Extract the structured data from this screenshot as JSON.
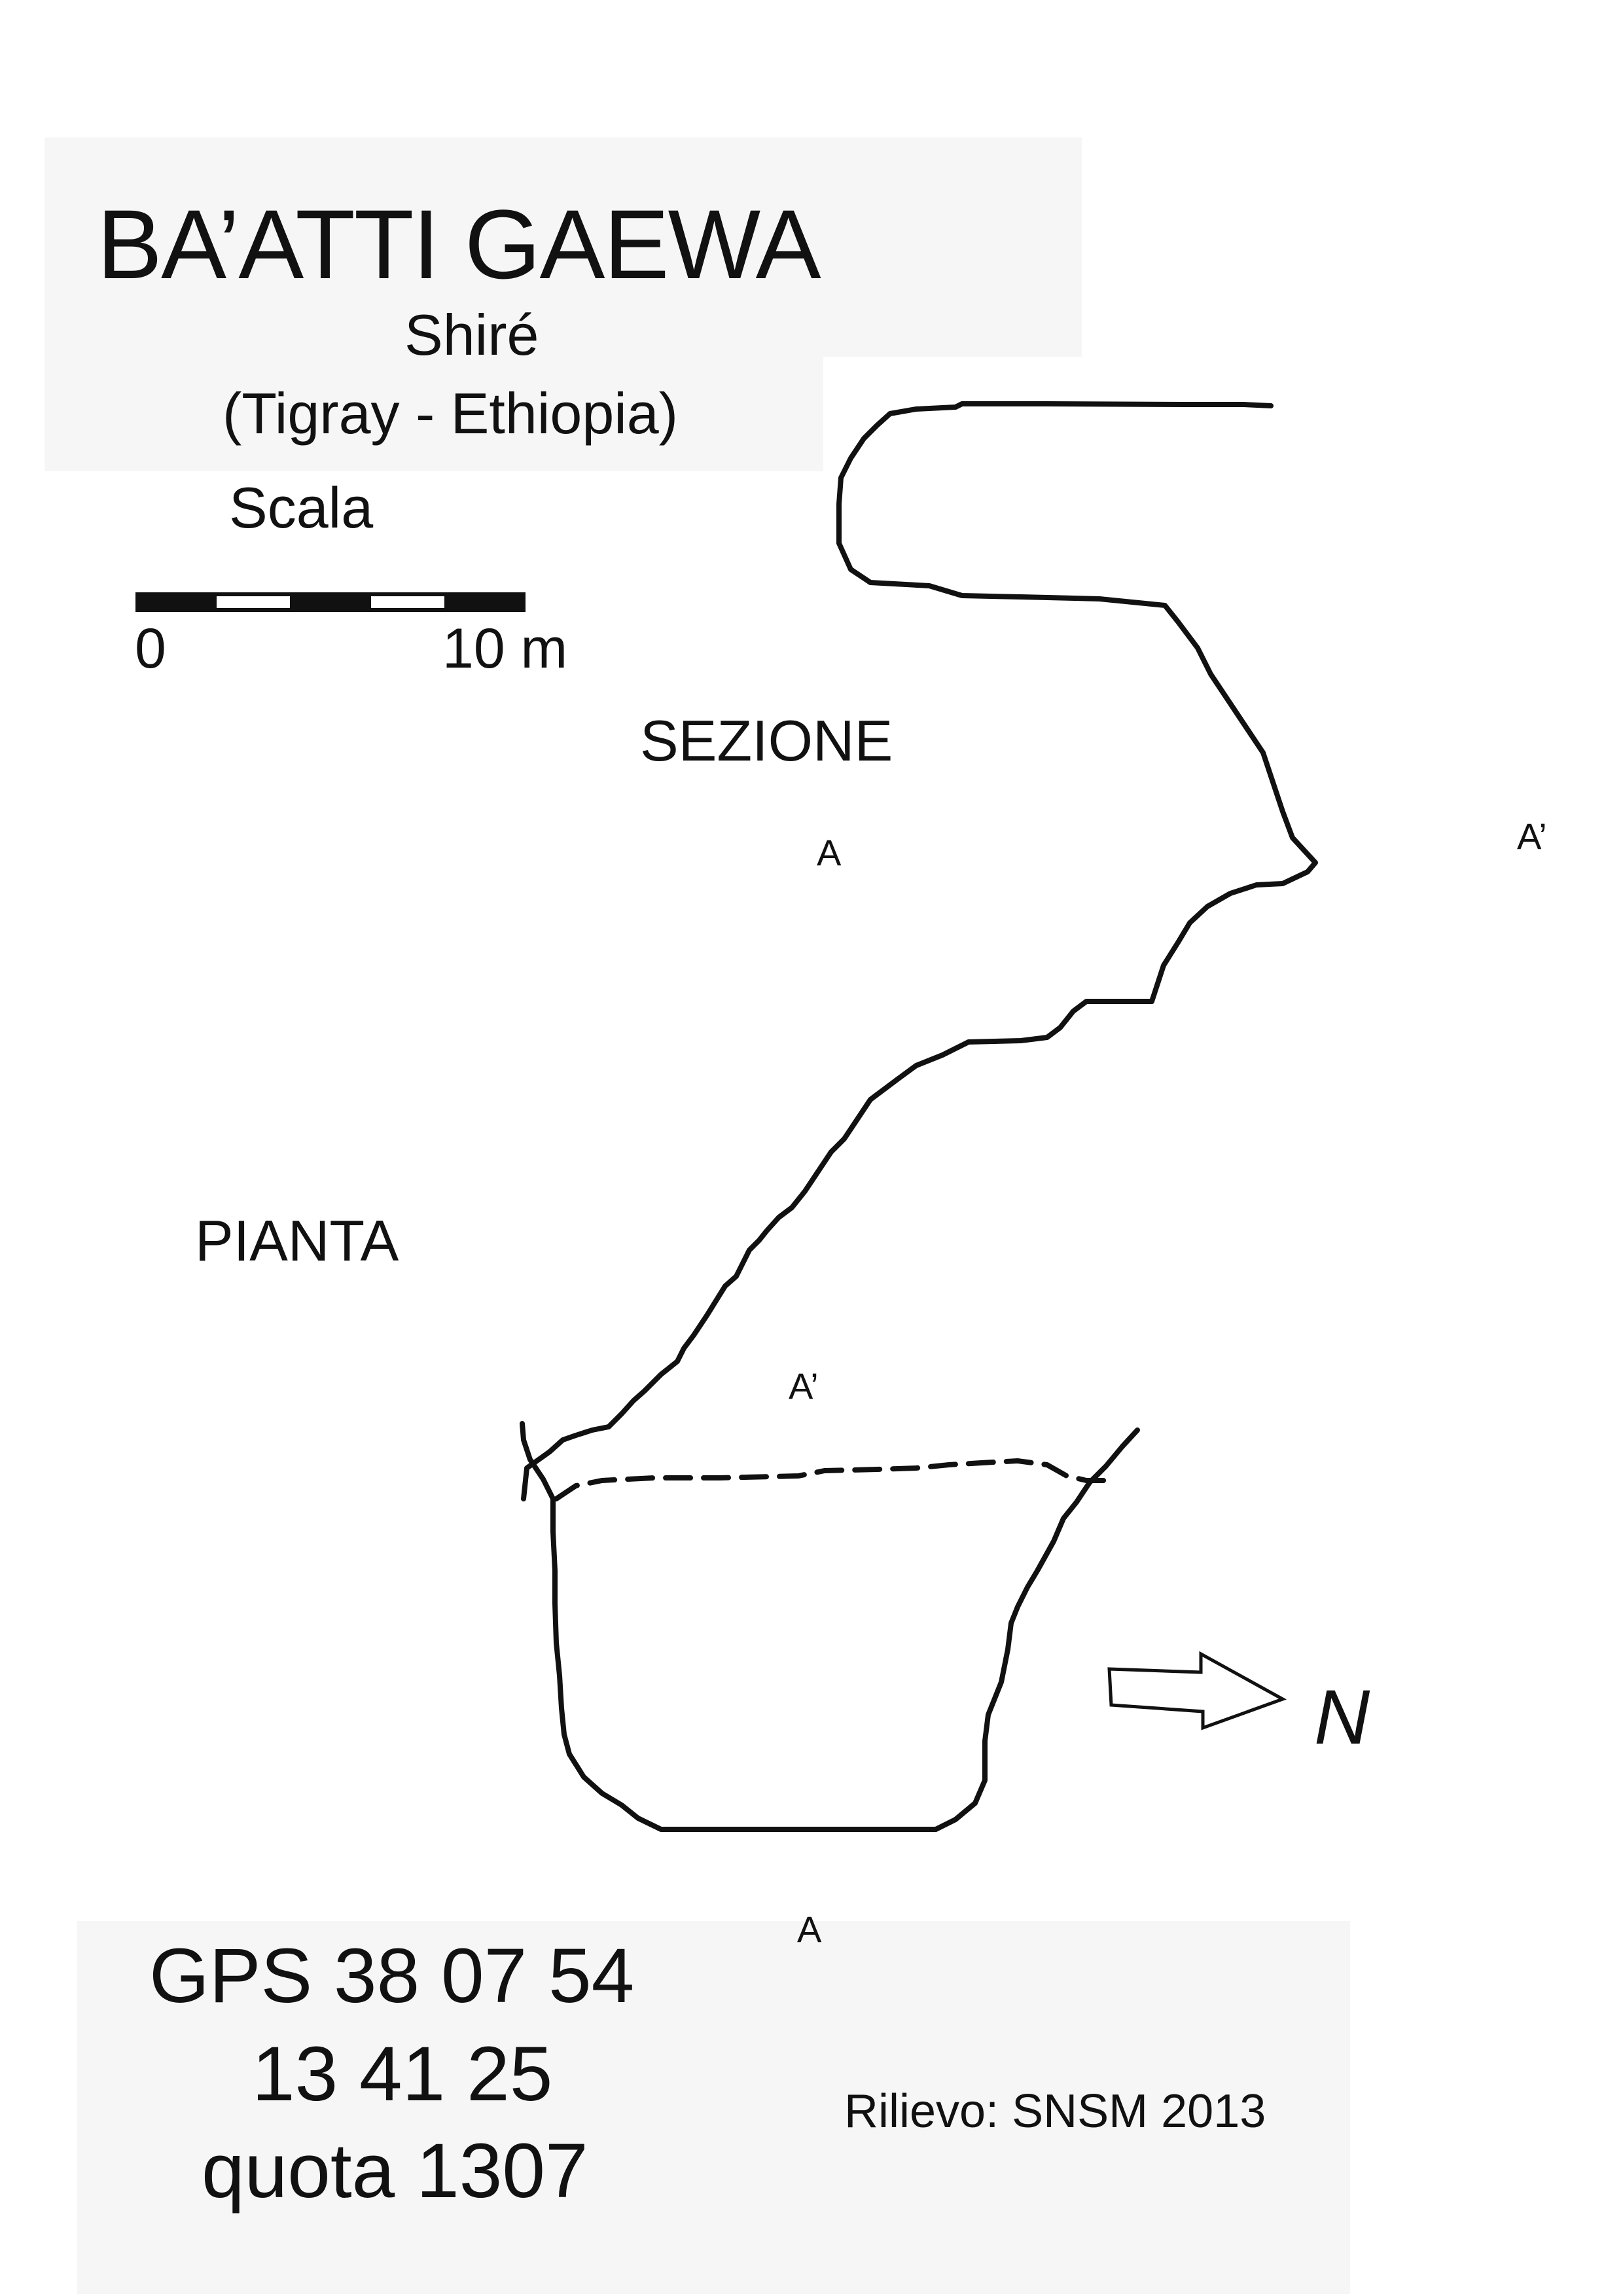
{
  "header": {
    "title": "BA’ATTI GAEWA",
    "region": "Shiré",
    "country": "(Tigray - Ethiopia)"
  },
  "scale_bar": {
    "label": "Scala",
    "start": "0",
    "end": "10 m"
  },
  "section": {
    "label": "SEZIONE",
    "marker_start": "A",
    "marker_end": "A’"
  },
  "plan": {
    "label": "PIANTA",
    "marker_top": "A’",
    "marker_bottom": "A"
  },
  "north_arrow": {
    "label": "N"
  },
  "location": {
    "gps_line1": "GPS 38 07 54",
    "gps_line2": "13 41 25",
    "altitude": "quota 1307"
  },
  "credit": "Rilievo: SNSM 2013",
  "colors": {
    "ink": "#111111",
    "panel": "#f6f6f6",
    "background": "#ffffff"
  }
}
